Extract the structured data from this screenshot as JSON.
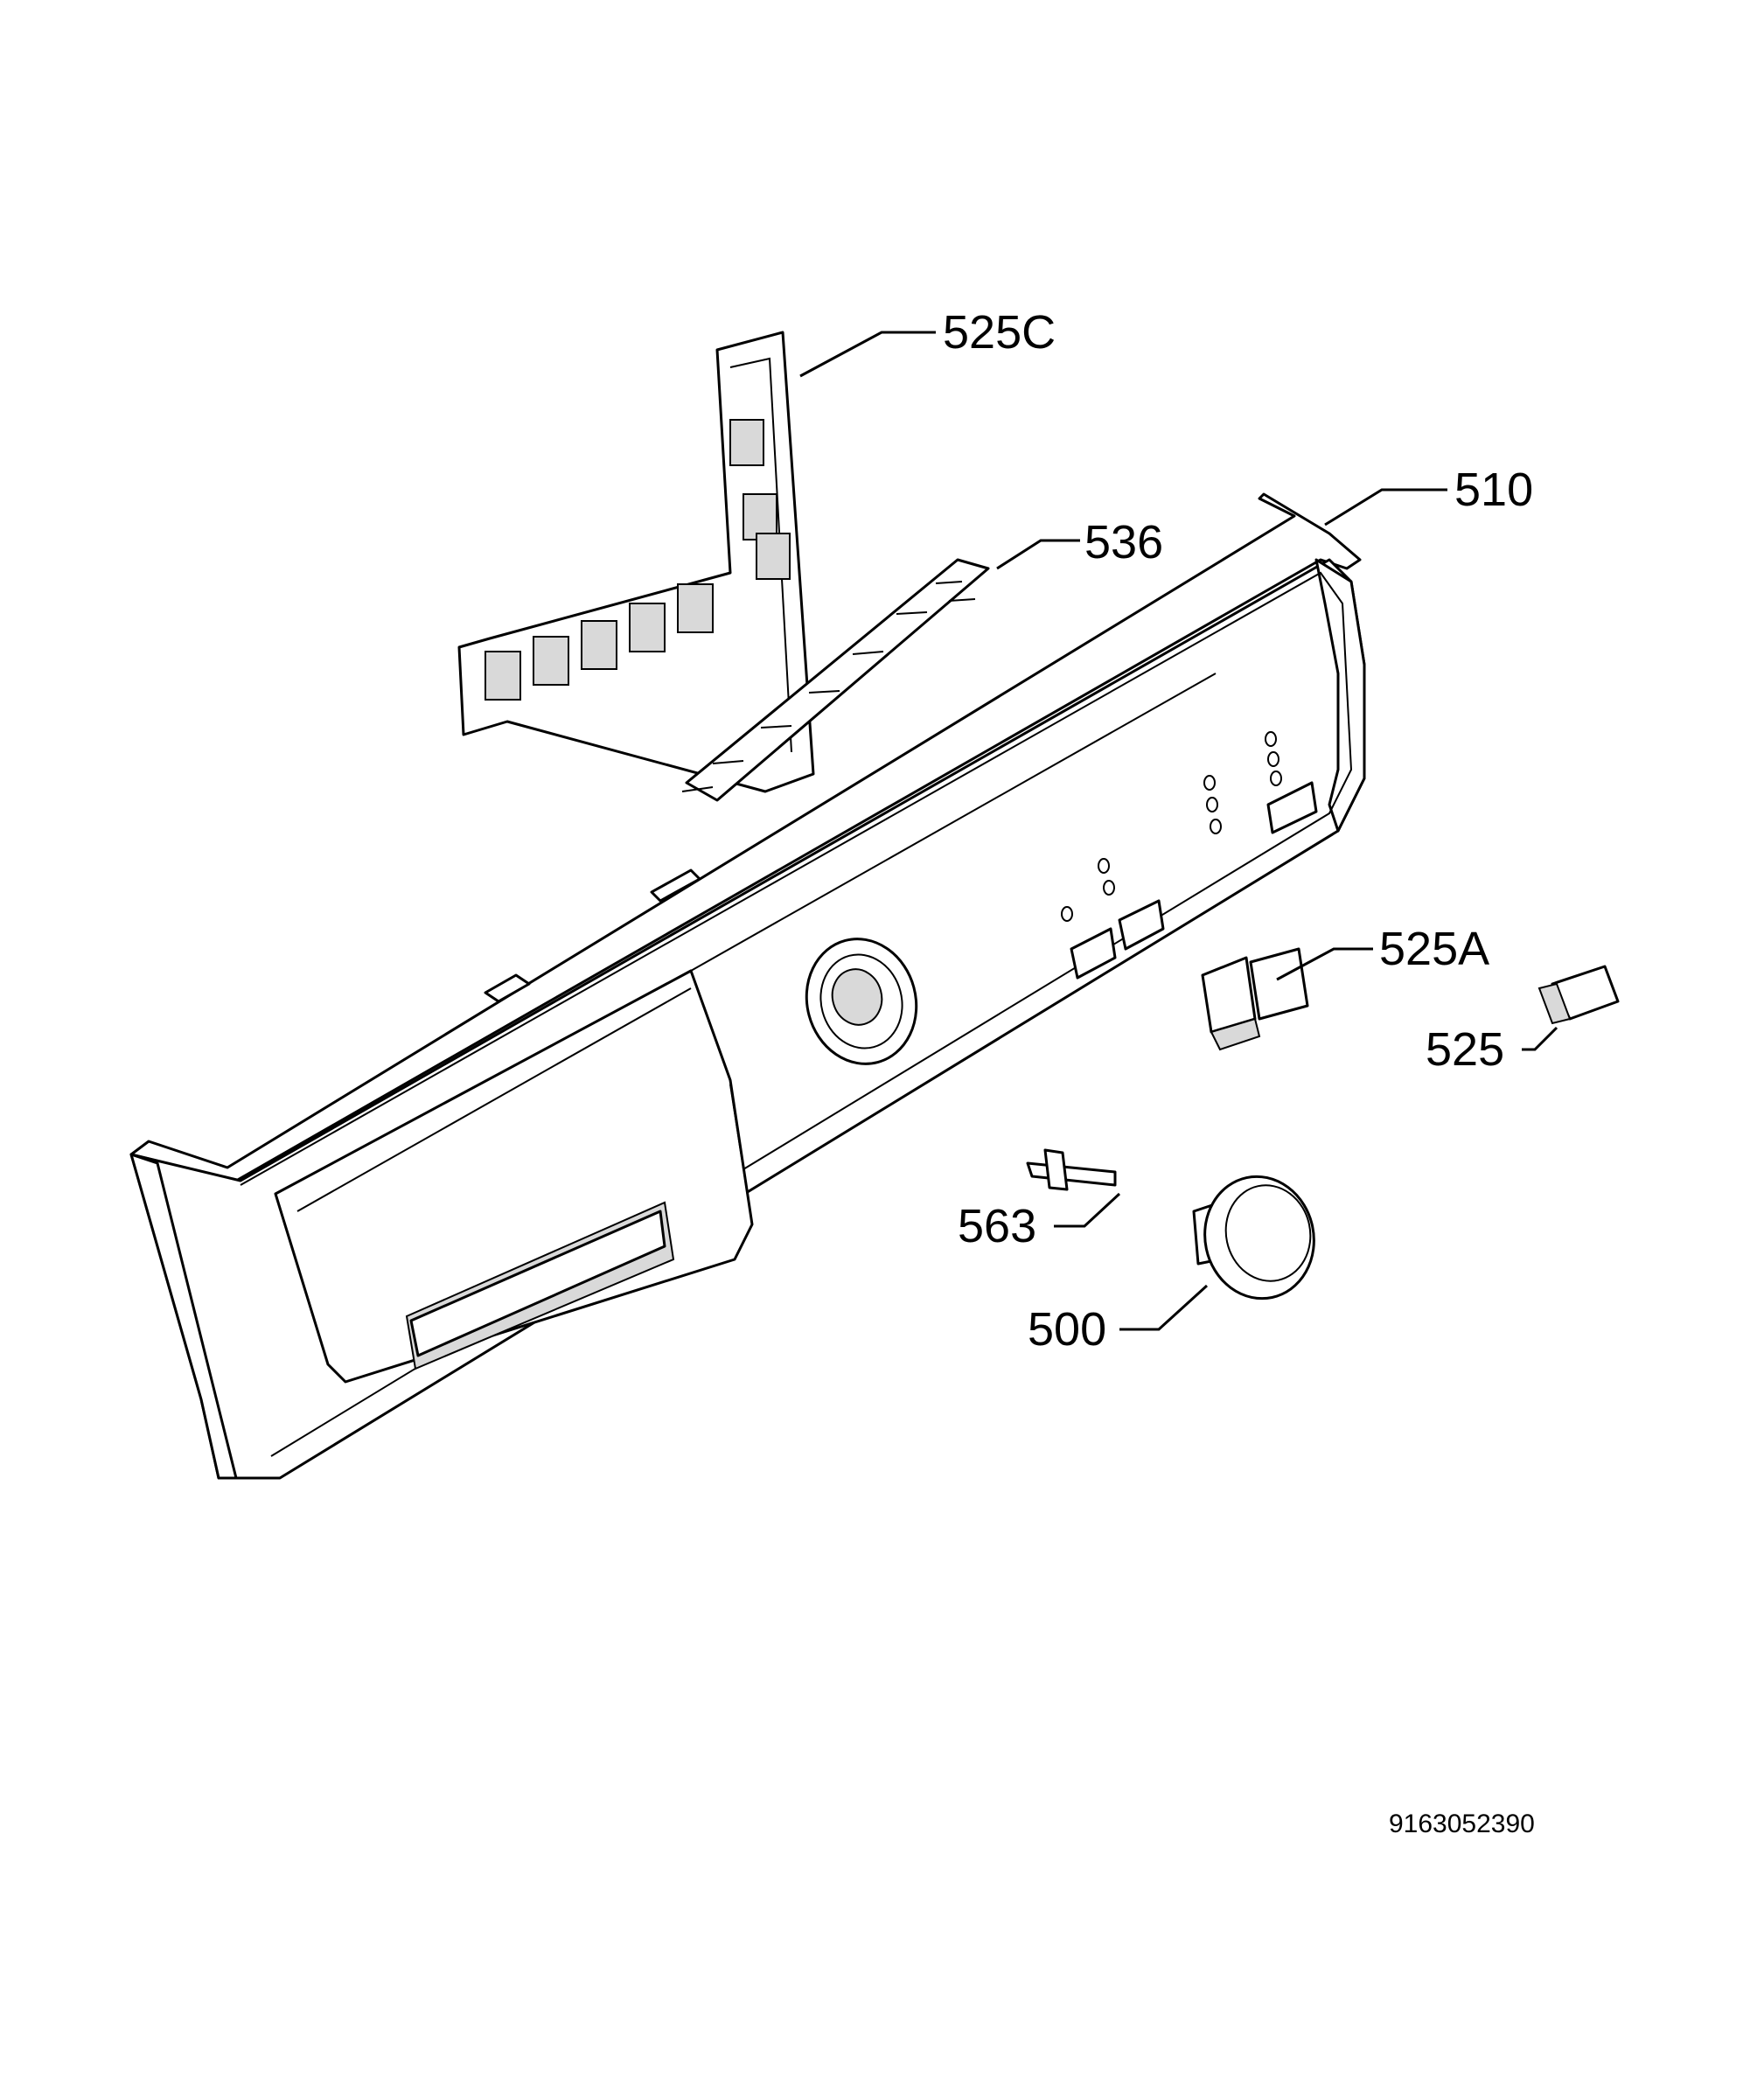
{
  "callouts": [
    {
      "id": "525C",
      "label": "525C"
    },
    {
      "id": "510",
      "label": "510"
    },
    {
      "id": "536",
      "label": "536"
    },
    {
      "id": "525A",
      "label": "525A"
    },
    {
      "id": "525",
      "label": "525"
    },
    {
      "id": "563",
      "label": "563"
    },
    {
      "id": "500",
      "label": "500"
    }
  ],
  "drawing_code": "9163052390"
}
